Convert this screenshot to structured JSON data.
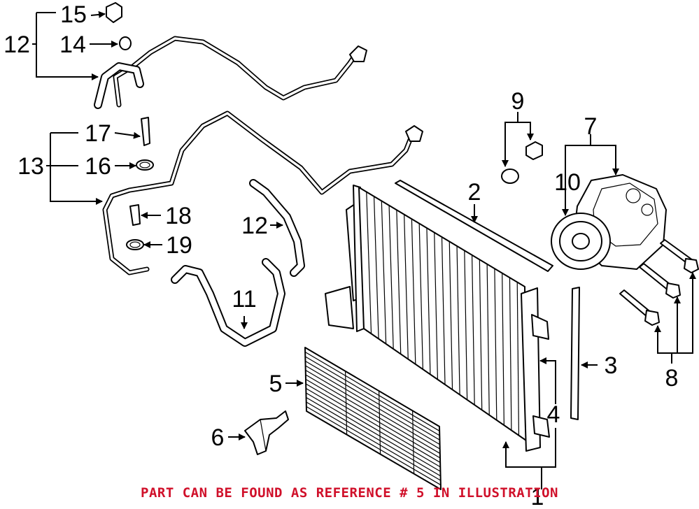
{
  "diagram": {
    "callouts": [
      "1",
      "2",
      "3",
      "4",
      "5",
      "6",
      "7",
      "8",
      "9",
      "10",
      "11",
      "12",
      "12",
      "13",
      "14",
      "15",
      "16",
      "17",
      "18",
      "19"
    ],
    "footer_note": "PART CAN BE FOUND AS REFERENCE # 5 IN ILLUSTRATION",
    "colors": {
      "lines": "#000000",
      "background": "#ffffff",
      "note": "#d0102a"
    }
  }
}
